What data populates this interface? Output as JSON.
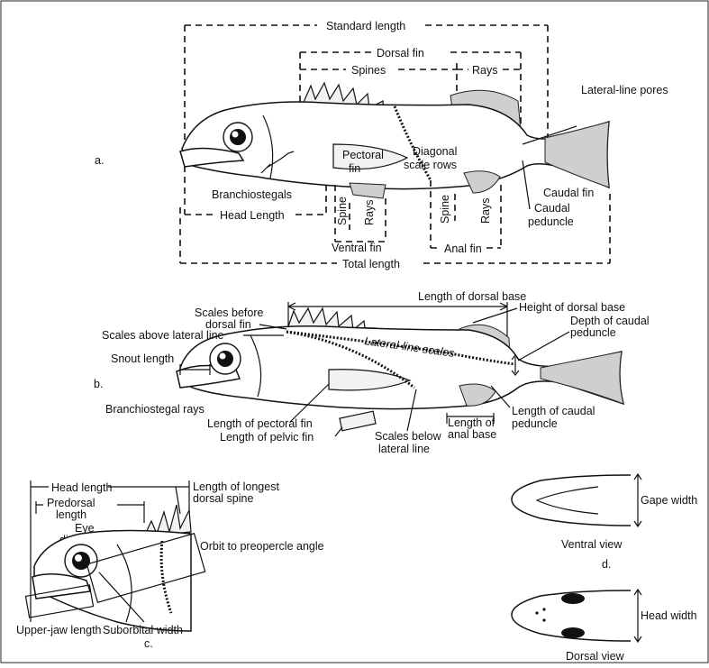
{
  "panels": {
    "a": "a.",
    "b": "b.",
    "c": "c.",
    "d": "d."
  },
  "a": {
    "standard_length": "Standard length",
    "dorsal_fin": "Dorsal fin",
    "spines": "Spines",
    "rays": "Rays",
    "lateral_line_pores": "Lateral-line pores",
    "pectoral_fin_1": "Pectoral",
    "pectoral_fin_2": "fin",
    "diagonal_1": "Diagonal",
    "diagonal_2": "scale rows",
    "branchiostegals": "Branchiostegals",
    "head_length": "Head Length",
    "ventral_spine": "Spine",
    "ventral_rays": "Rays",
    "ventral_fin": "Ventral fin",
    "anal_spine": "Spine",
    "anal_rays": "Rays",
    "anal_fin": "Anal fin",
    "caudal_fin": "Caudal fin",
    "caudal_peduncle_1": "Caudal",
    "caudal_peduncle_2": "peduncle",
    "total_length": "Total length"
  },
  "b": {
    "length_dorsal_base": "Length of dorsal base",
    "height_dorsal_base": "Height of dorsal base",
    "scales_before_1": "Scales before",
    "scales_before_2": "dorsal fin",
    "scales_above": "Scales above lateral line",
    "depth_caudal_1": "Depth of caudal",
    "depth_caudal_2": "peduncle",
    "lateral_line_scales": "Lateral-line scales",
    "snout_length": "Snout length",
    "branchiostegal_rays": "Branchiostegal rays",
    "length_pectoral": "Length of pectoral fin",
    "length_pelvic": "Length of pelvic fin",
    "length_anal_1": "Length of",
    "length_anal_2": "anal base",
    "length_caudal_1": "Length of caudal",
    "length_caudal_2": "peduncle",
    "scales_below_1": "Scales below",
    "scales_below_2": "lateral line"
  },
  "c": {
    "head_length": "Head length",
    "predorsal_1": "Predorsal",
    "predorsal_2": "length",
    "eye_1": "Eye",
    "eye_2": "diameter",
    "longest_spine_1": "Length of longest",
    "longest_spine_2": "dorsal spine",
    "orbit_angle": "Orbit to preopercle angle",
    "upper_jaw": "Upper-jaw length",
    "suborbital": "Suborbital width"
  },
  "d": {
    "gape_width": "Gape width",
    "ventral_view": "Ventral view",
    "head_width": "Head width",
    "dorsal_view": "Dorsal view"
  }
}
